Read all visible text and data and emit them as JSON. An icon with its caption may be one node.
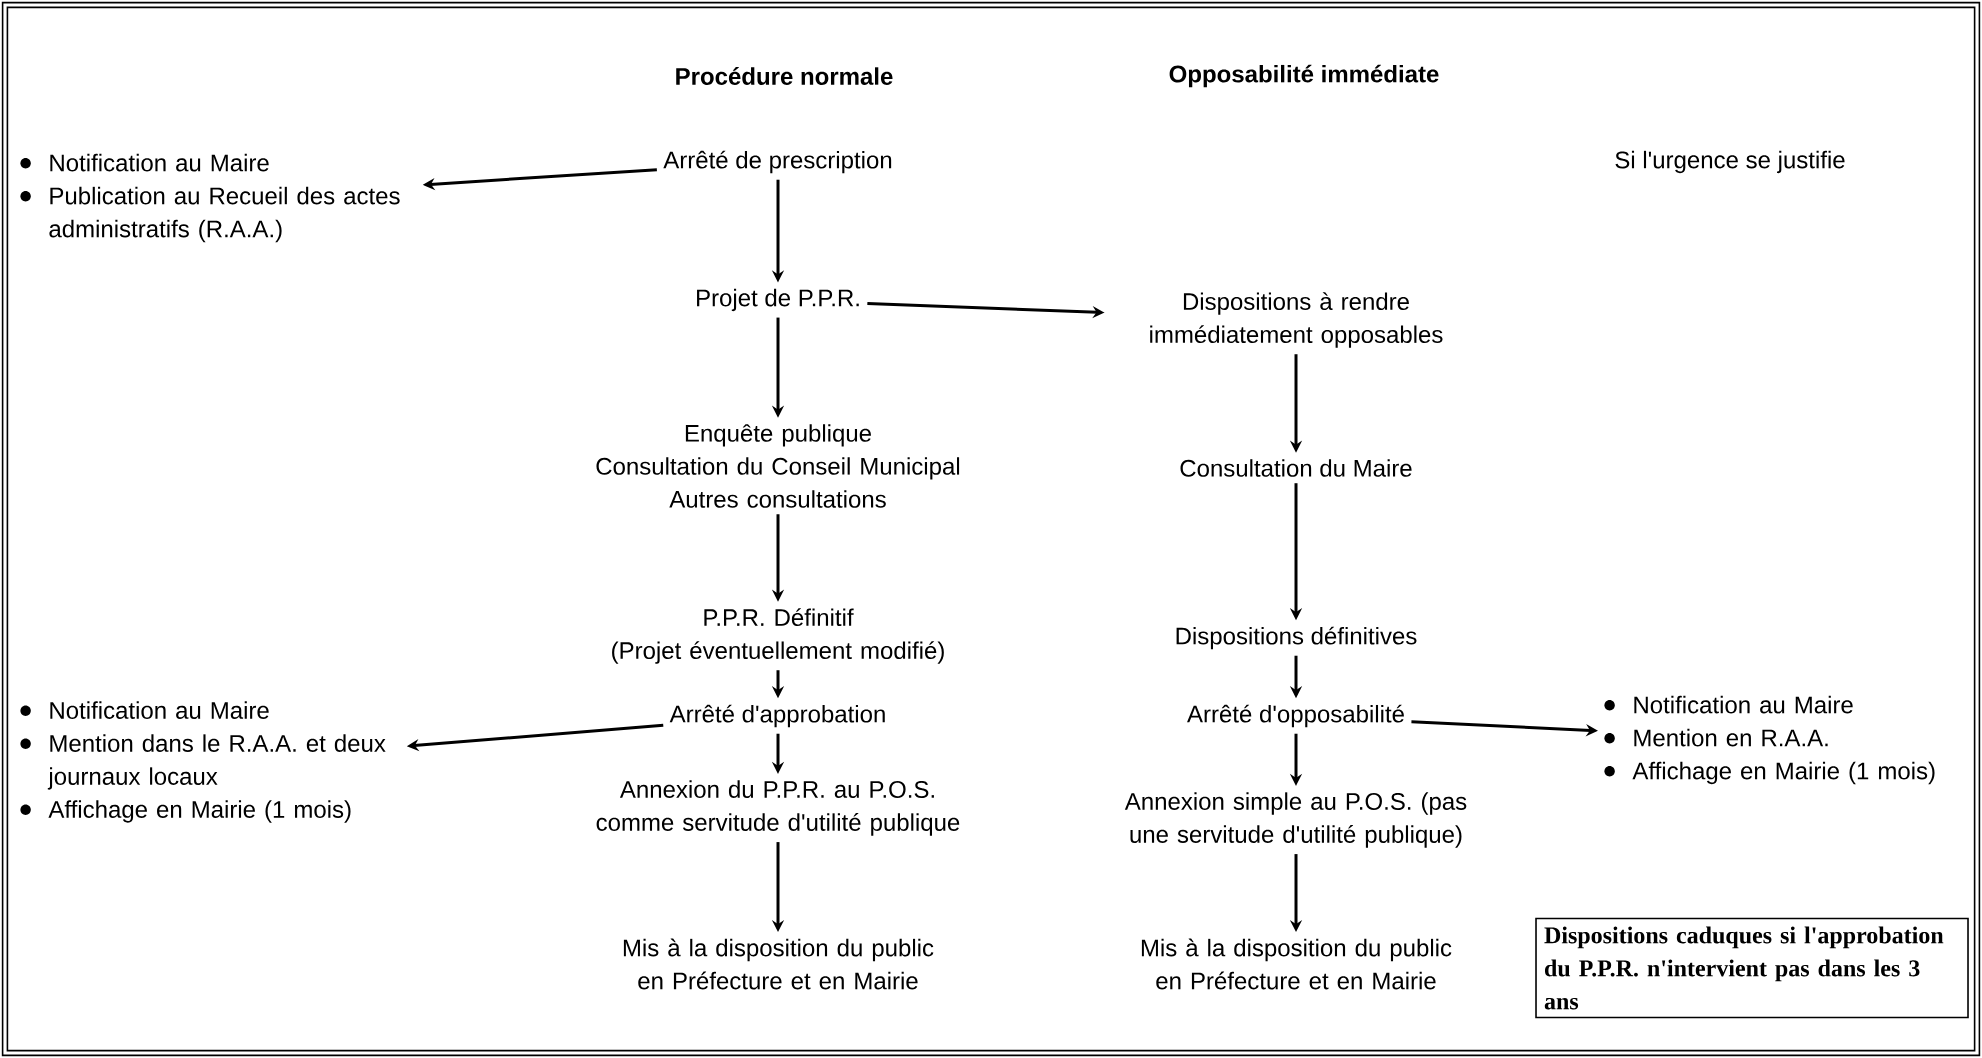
{
  "diagram": {
    "nodes": [
      {
        "text": [
          "Arrêté de prescription"
        ]
      },
      {
        "text": [
          "Notification au Maire",
          "Publication au Recueil des actes administratifs (R.A.A.)"
        ]
      },
      {
        "text": [
          "Projet de P.P.R."
        ]
      },
      {
        "text": [
          "Dispositions à rendre immédiatement opposables"
        ]
      },
      {
        "text": [
          "Enquête publique",
          "Consultation du Conseil Municipal",
          "Autres consultations"
        ]
      },
      {
        "text": [
          "Consultation du Maire"
        ]
      },
      {
        "text": [
          "P.P.R. Définitif",
          "(Projet éventuellement modifié)"
        ]
      },
      {
        "text": [
          "Dispositions définitives"
        ]
      },
      {
        "text": [
          "Arrêté d'approbation"
        ]
      },
      {
        "text": [
          "Notification au Maire",
          "Mention dans le R.A.A. et deux journaux locaux",
          "Affichage en Mairie (1 mois)"
        ]
      },
      {
        "text": [
          "Arrêté d'opposabilité"
        ]
      },
      {
        "text": [
          "Notification au Maire",
          "Mention en R.A.A.",
          "Affichage en Mairie (1 mois)"
        ]
      },
      {
        "text": [
          "Annexion du P.P.R. au P.O.S. comme servitude d'utilité publique"
        ]
      },
      {
        "text": [
          "Annexion simple au P.O.S. (pas une servitude d'utilité publique)"
        ]
      },
      {
        "text": [
          "Mis à la disposition du public en Préfecture et en Mairie"
        ]
      },
      {
        "text": [
          "Mis à la disposition du public en Préfecture et en Mairie"
        ]
      },
      {
        "text": [
          "Dispositions caduques si l'approbation du P.P.R. n'intervient pas dans les 3 ans"
        ]
      }
    ],
    "edges": [
      {
        "from": 0,
        "to": 1,
        "arrow": "to"
      },
      {
        "from": 0,
        "to": 2,
        "arrow": "to"
      },
      {
        "from": 2,
        "to": 3,
        "arrow": "to"
      },
      {
        "from": 2,
        "to": 4,
        "arrow": "to"
      },
      {
        "from": 3,
        "to": 5,
        "arrow": "to"
      },
      {
        "from": 4,
        "to": 6,
        "arrow": "to"
      },
      {
        "from": 5,
        "to": 7,
        "arrow": "to"
      },
      {
        "from": 6,
        "to": 8,
        "arrow": "to"
      },
      {
        "from": 8,
        "to": 9,
        "arrow": "to"
      },
      {
        "from": 7,
        "to": 10,
        "arrow": "to"
      },
      {
        "from": 10,
        "to": 11,
        "arrow": "to"
      },
      {
        "from": 8,
        "to": 12,
        "arrow": "to"
      },
      {
        "from": 10,
        "to": 13,
        "arrow": "to"
      },
      {
        "from": 12,
        "to": 14,
        "arrow": "to"
      },
      {
        "from": 13,
        "to": 15,
        "arrow": "to"
      }
    ],
    "labels": [
      "Procédure normale",
      "Opposabilité immédiate",
      "Si l'urgence se justifie"
    ]
  }
}
